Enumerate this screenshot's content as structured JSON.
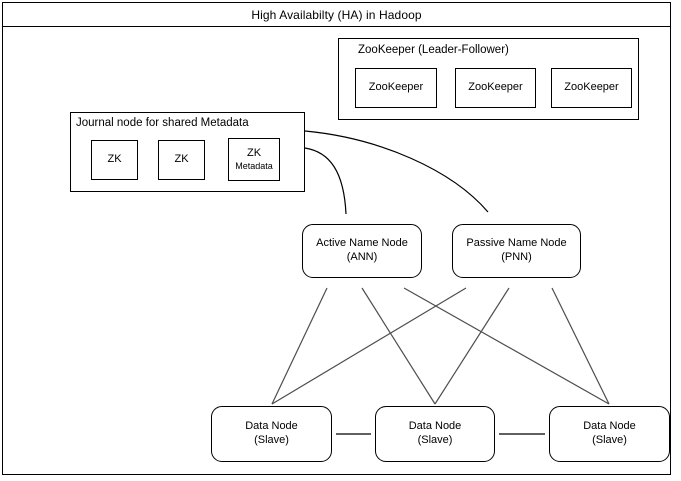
{
  "diagram": {
    "title": "High Availabilty (HA) in Hadoop",
    "zookeeper_cluster": {
      "label": "ZooKeeper (Leader-Follower)",
      "nodes": [
        {
          "label": "ZooKeeper"
        },
        {
          "label": "ZooKeeper"
        },
        {
          "label": "ZooKeeper"
        }
      ]
    },
    "journal_node": {
      "label": "Journal node for shared Metadata",
      "nodes": [
        {
          "label": "ZK",
          "sublabel": ""
        },
        {
          "label": "ZK",
          "sublabel": ""
        },
        {
          "label": "ZK",
          "sublabel": "Metadata"
        }
      ]
    },
    "name_nodes": [
      {
        "line1": "Active Name Node",
        "line2": "(ANN)"
      },
      {
        "line1": "Passive Name Node",
        "line2": "(PNN)"
      }
    ],
    "data_nodes": [
      {
        "line1": "Data Node",
        "line2": "(Slave)"
      },
      {
        "line1": "Data Node",
        "line2": "(Slave)"
      },
      {
        "line1": "Data Node",
        "line2": "(Slave)"
      }
    ],
    "colors": {
      "stroke": "#000000",
      "connector": "#4d4d4d",
      "background": "#ffffff"
    },
    "connections": [
      {
        "from": "journal-node",
        "to": "active-name-node",
        "type": "curved-arrow"
      },
      {
        "from": "journal-node",
        "to": "passive-name-node",
        "type": "curved-arrow"
      },
      {
        "from": "data-node-1",
        "to": "active-name-node",
        "type": "arrow"
      },
      {
        "from": "data-node-1",
        "to": "passive-name-node",
        "type": "arrow"
      },
      {
        "from": "data-node-2",
        "to": "active-name-node",
        "type": "arrow"
      },
      {
        "from": "data-node-2",
        "to": "passive-name-node",
        "type": "arrow"
      },
      {
        "from": "data-node-3",
        "to": "active-name-node",
        "type": "arrow"
      },
      {
        "from": "data-node-3",
        "to": "passive-name-node",
        "type": "arrow"
      },
      {
        "from": "data-node-1",
        "to": "data-node-2",
        "type": "double-arrow"
      },
      {
        "from": "data-node-2",
        "to": "data-node-3",
        "type": "double-arrow"
      }
    ]
  }
}
